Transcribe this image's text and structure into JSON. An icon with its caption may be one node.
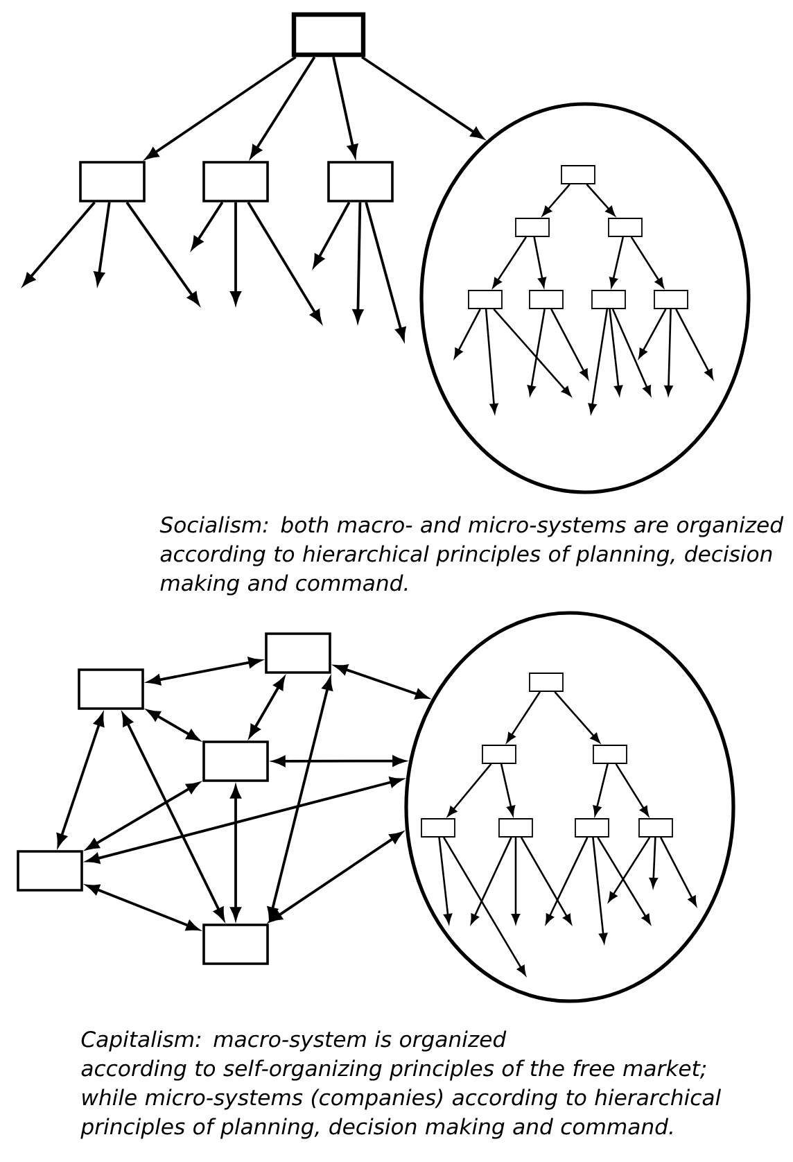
{
  "diagram": {
    "nodes": [
      {
        "text": [],
        "shape": "box"
      },
      {
        "text": [],
        "shape": "box"
      },
      {
        "text": [],
        "shape": "box"
      },
      {
        "text": [],
        "shape": "box"
      },
      {
        "text": [],
        "shape": "ellipse"
      },
      {
        "text": [],
        "shape": "box",
        "in": 4
      },
      {
        "text": [],
        "shape": "box",
        "in": 4
      },
      {
        "text": [],
        "shape": "box",
        "in": 4
      },
      {
        "text": [],
        "shape": "box",
        "in": 4
      },
      {
        "text": [],
        "shape": "box",
        "in": 4
      },
      {
        "text": [],
        "shape": "box",
        "in": 4
      },
      {
        "text": [],
        "shape": "box",
        "in": 4
      },
      {
        "text": [],
        "shape": "box"
      },
      {
        "text": [],
        "shape": "box"
      },
      {
        "text": [],
        "shape": "box"
      },
      {
        "text": [],
        "shape": "box"
      },
      {
        "text": [],
        "shape": "box"
      },
      {
        "text": [],
        "shape": "ellipse"
      },
      {
        "text": [],
        "shape": "box",
        "in": 17
      },
      {
        "text": [],
        "shape": "box",
        "in": 17
      },
      {
        "text": [],
        "shape": "box",
        "in": 17
      },
      {
        "text": [],
        "shape": "box",
        "in": 17
      },
      {
        "text": [],
        "shape": "box",
        "in": 17
      },
      {
        "text": [],
        "shape": "box",
        "in": 17
      },
      {
        "text": [],
        "shape": "box",
        "in": 17
      }
    ],
    "edges": [
      {
        "from": 0,
        "to": 1,
        "arrow": "to"
      },
      {
        "from": 0,
        "to": 2,
        "arrow": "to"
      },
      {
        "from": 0,
        "to": 3,
        "arrow": "to"
      },
      {
        "from": 0,
        "to": 4,
        "arrow": "to"
      },
      {
        "from": 1,
        "to": null,
        "arrow": "to"
      },
      {
        "from": 1,
        "to": null,
        "arrow": "to"
      },
      {
        "from": 1,
        "to": null,
        "arrow": "to"
      },
      {
        "from": 2,
        "to": null,
        "arrow": "to"
      },
      {
        "from": 2,
        "to": null,
        "arrow": "to"
      },
      {
        "from": 2,
        "to": null,
        "arrow": "to"
      },
      {
        "from": 3,
        "to": null,
        "arrow": "to"
      },
      {
        "from": 3,
        "to": null,
        "arrow": "to"
      },
      {
        "from": 3,
        "to": null,
        "arrow": "to"
      },
      {
        "from": 5,
        "to": 6,
        "arrow": "to"
      },
      {
        "from": 5,
        "to": 7,
        "arrow": "to"
      },
      {
        "from": 6,
        "to": 8,
        "arrow": "to"
      },
      {
        "from": 6,
        "to": 9,
        "arrow": "to"
      },
      {
        "from": 7,
        "to": 10,
        "arrow": "to"
      },
      {
        "from": 7,
        "to": 11,
        "arrow": "to"
      },
      {
        "from": 8,
        "to": null,
        "arrow": "to"
      },
      {
        "from": 8,
        "to": null,
        "arrow": "to"
      },
      {
        "from": 8,
        "to": null,
        "arrow": "to"
      },
      {
        "from": 9,
        "to": null,
        "arrow": "to"
      },
      {
        "from": 9,
        "to": null,
        "arrow": "to"
      },
      {
        "from": 10,
        "to": null,
        "arrow": "to"
      },
      {
        "from": 10,
        "to": null,
        "arrow": "to"
      },
      {
        "from": 10,
        "to": null,
        "arrow": "to"
      },
      {
        "from": 11,
        "to": null,
        "arrow": "to"
      },
      {
        "from": 11,
        "to": null,
        "arrow": "to"
      },
      {
        "from": 11,
        "to": null,
        "arrow": "to"
      },
      {
        "from": 12,
        "to": 13,
        "arrow": "both"
      },
      {
        "from": 12,
        "to": 14,
        "arrow": "both"
      },
      {
        "from": 13,
        "to": 14,
        "arrow": "both"
      },
      {
        "from": 13,
        "to": 17,
        "arrow": "both"
      },
      {
        "from": 12,
        "to": 15,
        "arrow": "both"
      },
      {
        "from": 12,
        "to": 16,
        "arrow": "both"
      },
      {
        "from": 14,
        "to": 15,
        "arrow": "both"
      },
      {
        "from": 14,
        "to": 17,
        "arrow": "both"
      },
      {
        "from": 15,
        "to": 17,
        "arrow": "both"
      },
      {
        "from": 14,
        "to": 16,
        "arrow": "both"
      },
      {
        "from": 13,
        "to": 16,
        "arrow": "both"
      },
      {
        "from": 15,
        "to": 16,
        "arrow": "both"
      },
      {
        "from": 16,
        "to": 17,
        "arrow": "both"
      },
      {
        "from": 18,
        "to": 19,
        "arrow": "to"
      },
      {
        "from": 18,
        "to": 20,
        "arrow": "to"
      },
      {
        "from": 19,
        "to": 21,
        "arrow": "to"
      },
      {
        "from": 19,
        "to": 22,
        "arrow": "to"
      },
      {
        "from": 20,
        "to": 23,
        "arrow": "to"
      },
      {
        "from": 20,
        "to": 24,
        "arrow": "to"
      },
      {
        "from": 21,
        "to": null,
        "arrow": "to"
      },
      {
        "from": 21,
        "to": null,
        "arrow": "to"
      },
      {
        "from": 22,
        "to": null,
        "arrow": "to"
      },
      {
        "from": 22,
        "to": null,
        "arrow": "to"
      },
      {
        "from": 22,
        "to": null,
        "arrow": "to"
      },
      {
        "from": 23,
        "to": null,
        "arrow": "to"
      },
      {
        "from": 23,
        "to": null,
        "arrow": "to"
      },
      {
        "from": 23,
        "to": null,
        "arrow": "to"
      },
      {
        "from": 24,
        "to": null,
        "arrow": "to"
      },
      {
        "from": 24,
        "to": null,
        "arrow": "to"
      },
      {
        "from": 24,
        "to": null,
        "arrow": "to"
      }
    ],
    "labels": [
      "Socialism: both macro- and micro-systems are organized according to hierarchical principles of planning, decision making and command.",
      "Capitalism: macro-system is organized",
      "according to self-organizing principles of the free market; while micro-systems (companies) according to hierarchical principles of planning, decision making and command."
    ]
  }
}
